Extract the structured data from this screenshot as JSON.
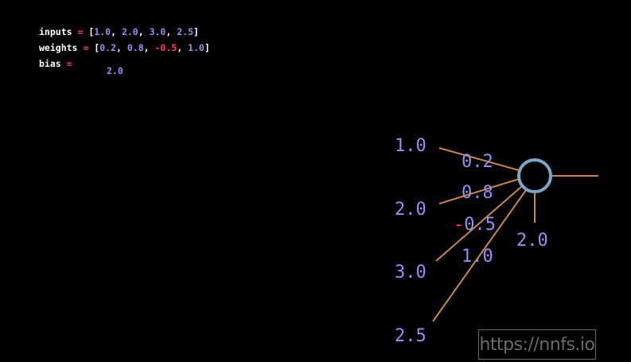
{
  "code": {
    "inputs_name": "inputs",
    "weights_name": "weights",
    "bias_name": "bias",
    "assign_op": "=",
    "inputs_values": [
      "1.0",
      "2.0",
      "3.0",
      "2.5"
    ],
    "weights_values": [
      "0.2",
      "0.8",
      "-0.5",
      "1.0"
    ],
    "bias_value": "2.0"
  },
  "diagram": {
    "input_labels": [
      "1.0",
      "2.0",
      "3.0",
      "2.5"
    ],
    "weight_labels": [
      "0.2",
      "0.8",
      "0.5",
      "1.0"
    ],
    "negative_sign": "-",
    "bias_label": "2.0",
    "colors": {
      "connection": "#c8874a",
      "neuron_stroke": "#7aa6c8",
      "label": "#9b8df0",
      "negative": "#ff3a6a"
    }
  },
  "watermark": {
    "text": "https://nnfs.io"
  }
}
